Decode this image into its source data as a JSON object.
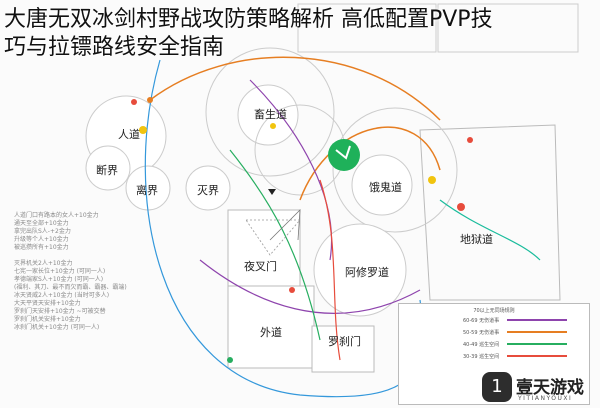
{
  "title": {
    "line1": "大唐无双冰剑村野战攻防策略解析 高低配置PVP技",
    "line2": "巧与拉镖路线安全指南"
  },
  "areas": {
    "human": "人道",
    "beast": "畜生道",
    "severed": "断界",
    "departed": "离界",
    "extinct": "灭界",
    "ghost": "饿鬼道",
    "hell": "地狱道",
    "yaksha": "夜叉门",
    "asura": "阿修罗道",
    "outer": "外道",
    "rakshasa": "罗刹门"
  },
  "left_notes": [
    "人道门口有路本的女人+10金力",
    "通天至全部+10金力",
    "拿完出队S人-+2金力",
    "升级等个人+10金力",
    "被巡攒所有+10金力",
    "",
    "灭界机关2人+10金力",
    "七宪一家长位+10金力   (可同一人)",
    "孝德端家S人+10金力   (可同一人)",
    "  (福利、其刀、最不而欠而霸、霸器、霸端)",
    "冰天贤威2人+10金力   (当时可多人)",
    "大天平贤天安排+10金力",
    "罗刹门天安排+10金力   ~可被交替",
    "罗刹门机关安排+10金力",
    "冰刹门机关+10金力   (可同一人)"
  ],
  "legend": {
    "header": "70以上无同场规则",
    "rows": [
      {
        "label": "60-69  无伤道事",
        "color": "#8e44ad"
      },
      {
        "label": "50-59  无伤道事",
        "color": "#e67e22"
      },
      {
        "label": "40-49  巡生空间",
        "color": "#27ae60"
      },
      {
        "label": "30-39  巡生空间",
        "color": "#e74c3c"
      }
    ]
  },
  "logo": {
    "mark": "1",
    "name": "壹天游戏",
    "sub": "YITIANYOUXI"
  },
  "colors": {
    "orange": "#e67e22",
    "purple": "#8e44ad",
    "green": "#27ae60",
    "red": "#e74c3c",
    "teal": "#1abc9c",
    "blue": "#3498db"
  }
}
